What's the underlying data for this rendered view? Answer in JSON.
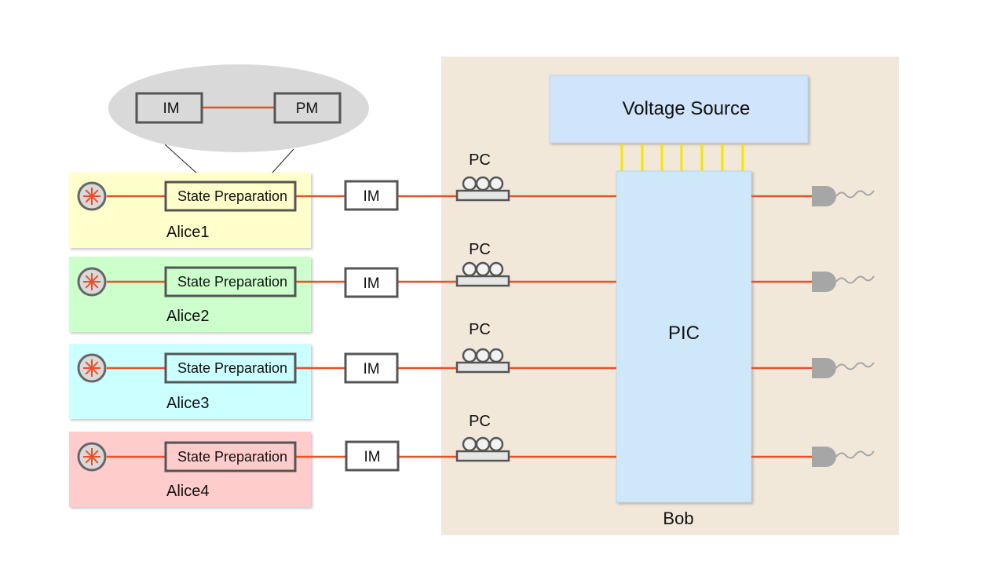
{
  "zoom": {
    "left": "IM",
    "right": "PM"
  },
  "alices": [
    {
      "label": "Alice1",
      "prep": "State Preparation",
      "im": "IM",
      "pc": "PC",
      "fill": "#ffffcc"
    },
    {
      "label": "Alice2",
      "prep": "State Preparation",
      "im": "IM",
      "pc": "PC",
      "fill": "#ccffcc"
    },
    {
      "label": "Alice3",
      "prep": "State Preparation",
      "im": "IM",
      "pc": "PC",
      "fill": "#ccffff"
    },
    {
      "label": "Alice4",
      "prep": "State Preparation",
      "im": "IM",
      "pc": "PC",
      "fill": "#ffcccc"
    }
  ],
  "bob": {
    "label": "Bob",
    "pic": "PIC",
    "voltage": "Voltage Source"
  },
  "colors": {
    "fiber": "#e8502a",
    "bob_bg": "#f2e8da",
    "voltage_bg": "#d0e4fb",
    "pic_bg": "#cfe8f9",
    "box_border": "#555555",
    "detector": "#a6a6a6",
    "voltage_wire": "#f5e400",
    "ellipse": "#d9d9d9",
    "laser_star": "#e8502a"
  }
}
